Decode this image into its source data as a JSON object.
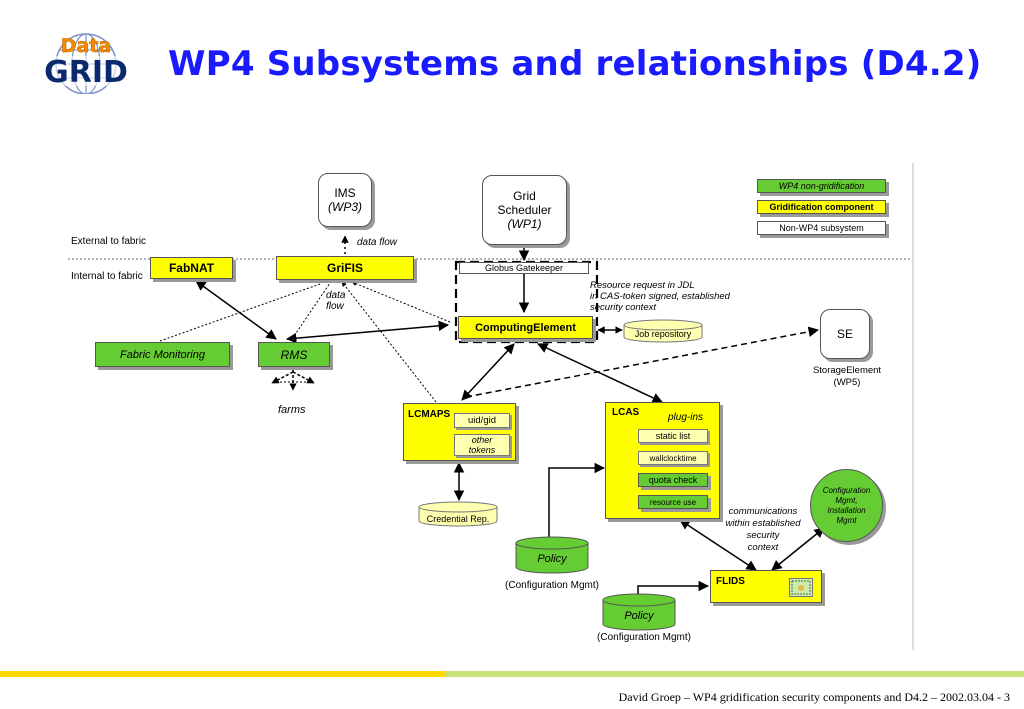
{
  "title": "WP4 Subsystems and relationships (D4.2)",
  "logo": {
    "top_text": "Data",
    "bottom_text": "GRID"
  },
  "colors": {
    "title": "#1a1aff",
    "yellow": "#ffff00",
    "green": "#66cc33",
    "footer_yellow": "#ffd700",
    "footer_green": "#c8e27a"
  },
  "regions": {
    "external": "External to fabric",
    "internal": "Internal to fabric"
  },
  "legend": {
    "non_grid": "WP4 non-gridification",
    "grid": "Gridification component",
    "non_wp4": "Non-WP4 subsystem"
  },
  "ims": {
    "line1": "IMS",
    "line2": "(WP3)"
  },
  "grid_scheduler": {
    "line1": "Grid",
    "line2": "Scheduler",
    "line3": "(WP1)"
  },
  "fabnat": "FabNAT",
  "grifis": "GriFIS",
  "globus_gatekeeper": "Globus Gatekeeper",
  "computing_element": "ComputingElement",
  "job_repository": "Job repository",
  "se": {
    "label": "SE",
    "caption1": "StorageElement",
    "caption2": "(WP5)"
  },
  "fabric_monitoring": "Fabric Monitoring",
  "rms": "RMS",
  "farms": "farms",
  "lcmaps": {
    "title": "LCMAPS",
    "uid": "uid/gid",
    "other1": "other",
    "other2": "tokens"
  },
  "credential_rep": "Credential Rep.",
  "lcas": {
    "title": "LCAS",
    "plugins": "plug-ins",
    "items": [
      "static list",
      "wallclocktime",
      "quota check",
      "resource use"
    ]
  },
  "config_mgmt": {
    "line1": "Configuration",
    "line2": "Mgmt,",
    "line3": "Installation",
    "line4": "Mgmt"
  },
  "policy1": {
    "label": "Policy",
    "caption": "(Configuration Mgmt)"
  },
  "policy2": {
    "label": "Policy",
    "caption": "(Configuration Mgmt)"
  },
  "flids": "FLIDS",
  "annotations": {
    "data_flow_top": "data flow",
    "data_flow_left1": "data",
    "data_flow_left2": "flow",
    "resource_request1": "Resource request in JDL",
    "resource_request2": "in CAS-token signed, established",
    "resource_request3": "security context",
    "comm1": "communications",
    "comm2": "within established",
    "comm3": "security",
    "comm4": "context"
  },
  "footer": "David Groep – WP4 gridification security components and D4.2 – 2002.03.04  -  3"
}
